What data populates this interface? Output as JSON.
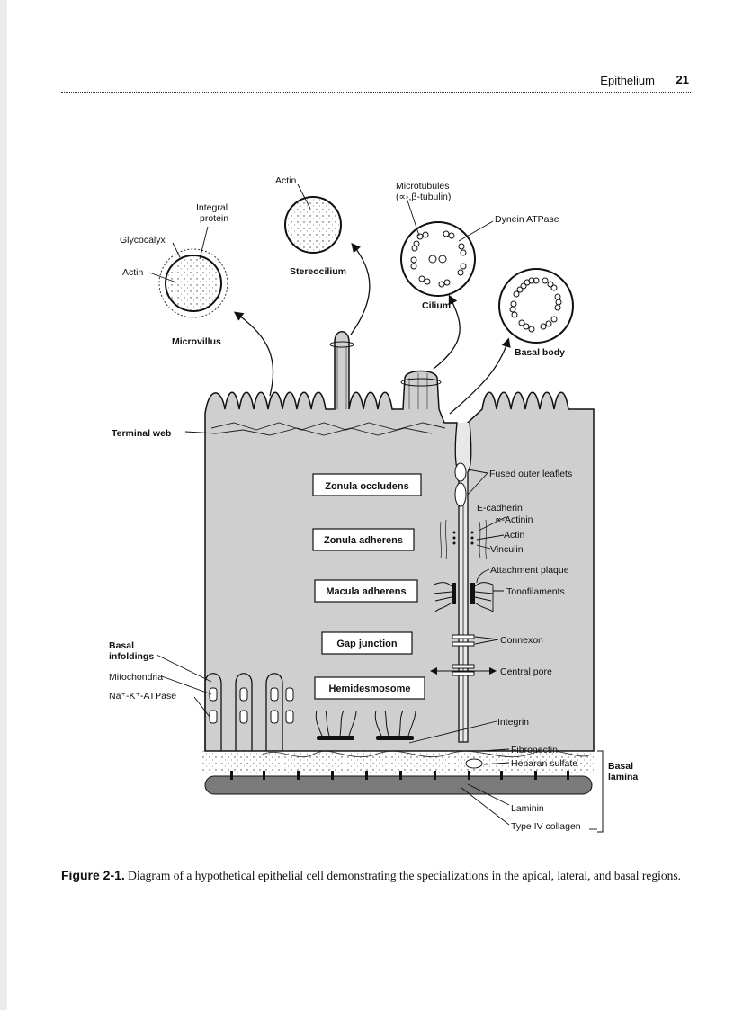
{
  "header": {
    "title": "Epithelium",
    "page_number": "21"
  },
  "labels": {
    "actin_top": "Actin",
    "integral_protein_1": "Integral",
    "integral_protein_2": "protein",
    "glycocalyx": "Glycocalyx",
    "actin_mv": "Actin",
    "microvillus": "Microvillus",
    "stereocilium": "Stereocilium",
    "microtubules_1": "Microtubules",
    "microtubules_2": "(∝-,β-tubulin)",
    "dynein": "Dynein ATPase",
    "cilium": "Cilium",
    "basal_body": "Basal body",
    "terminal_web": "Terminal web",
    "fused": "Fused outer leaflets",
    "ecadherin": "E-cadherin",
    "actinin": "∝-Actinin",
    "actin_zone": "Actin",
    "vinculin": "Vinculin",
    "attachment": "Attachment plaque",
    "tonofilaments": "Tonofilaments",
    "connexon": "Connexon",
    "central_pore": "Central pore",
    "basal_infoldings_1": "Basal",
    "basal_infoldings_2": "infoldings",
    "mitochondria": "Mitochondria",
    "atpase": "Na⁺-K⁺-ATPase",
    "integrin": "Integrin",
    "fibronectin": "Fibronectin",
    "heparan": "Heparan sulfate",
    "basal_lamina_1": "Basal",
    "basal_lamina_2": "lamina",
    "laminin": "Laminin",
    "collagen": "Type IV collagen"
  },
  "boxes": {
    "zonula_occludens": "Zonula occludens",
    "zonula_adherens": "Zonula adherens",
    "macula_adherens": "Macula adherens",
    "gap_junction": "Gap junction",
    "hemidesmosome": "Hemidesmosome"
  },
  "caption": {
    "figure": "Figure 2-1.",
    "text": "Diagram of a hypothetical epithelial cell demonstrating the specializations in the apical, lateral, and basal regions."
  },
  "colors": {
    "cell_fill": "#cfcfcf",
    "lamina_bar": "#7a7a7a",
    "text": "#111111"
  }
}
